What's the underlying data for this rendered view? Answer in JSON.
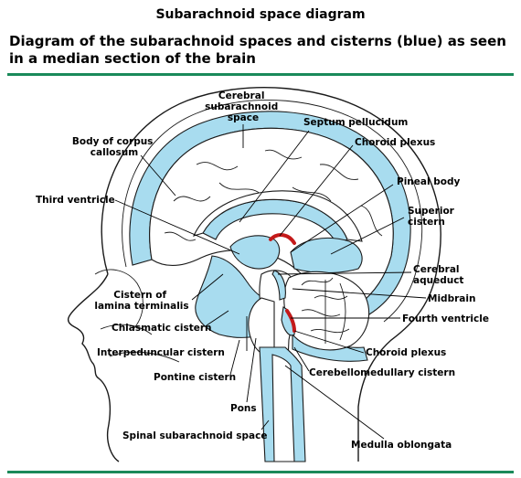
{
  "header": {
    "title": "Subarachnoid space diagram",
    "subtitle": "Diagram of the subarachnoid spaces and cisterns (blue) as seen in a median section of the brain"
  },
  "labels": {
    "cerebral_subarachnoid_space": [
      "Cerebral",
      "subarachnoid",
      "space"
    ],
    "septum_pellucidum": "Septum pellucidum",
    "body_of_corpus_callosum": [
      "Body of corpus",
      "callosum"
    ],
    "choroid_plexus_upper": "Choroid plexus",
    "third_ventricle": "Third ventricle",
    "pineal_body": "Pineal body",
    "superior_cistern": [
      "Superior",
      "cistern"
    ],
    "cerebral_aqueduct": [
      "Cerebral",
      "aqueduct"
    ],
    "cistern_of_lamina_terminalis": [
      "Cistern of",
      "lamina terminalis"
    ],
    "midbrain": "Midbrain",
    "fourth_ventricle": "Fourth ventricle",
    "chiasmatic_cistern": "Chiasmatic cistern",
    "interpeduncular_cistern": "Interpeduncular cistern",
    "choroid_plexus_lower": "Choroid plexus",
    "pontine_cistern": "Pontine cistern",
    "cerebellomedullary_cistern": "Cerebellomedullary cistern",
    "pons": "Pons",
    "spinal_subarachnoid_space": "Spinal subarachnoid space",
    "medulla_oblongata": "Medulla oblongata"
  },
  "colors": {
    "csf_blue": "#a8dcef",
    "choroid_plexus_red": "#c41a1a",
    "rule_green": "#1a8a5a"
  }
}
